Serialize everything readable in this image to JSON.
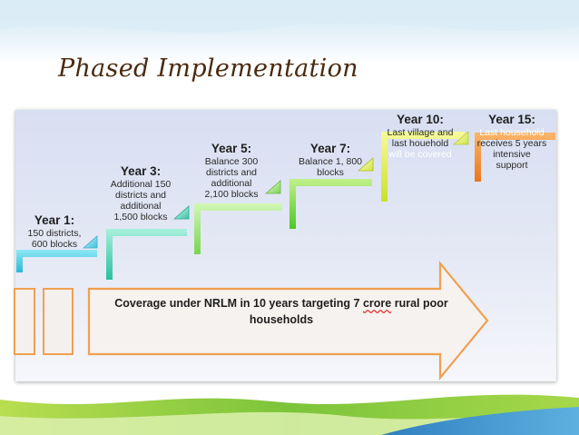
{
  "slide": {
    "title": "Phased Implementation"
  },
  "colors": {
    "title": "#4a2a10",
    "step_cyan": "#39c8e0",
    "step_teal": "#2fc9a6",
    "step_lightgreen": "#8fe46a",
    "step_green": "#62d332",
    "step_yellow": "#d9ef3c",
    "step_orange": "#f08a2a",
    "arrow_fill": "#f6f2f0",
    "arrow_stroke": "#f0a050",
    "wave_green": "#8ccf3a",
    "wave_blue": "#2d86c8"
  },
  "milestones": [
    {
      "year": "Year 1:",
      "lines": [
        "150 districts,",
        "600 blocks"
      ]
    },
    {
      "year": "Year 3:",
      "lines": [
        "Additional 150",
        "districts and",
        "additional",
        "1,500 blocks"
      ]
    },
    {
      "year": "Year 5:",
      "lines": [
        "Balance 300",
        "districts and",
        "additional",
        "2,100 blocks"
      ]
    },
    {
      "year": "Year 7:",
      "lines": [
        "Balance 1, 800",
        "blocks"
      ]
    },
    {
      "year": "Year 10:",
      "lines": [
        "Last village and",
        "last houehold",
        "will be covered"
      ]
    },
    {
      "year": "Year 15:",
      "lines": [
        "Last household",
        "receives 5 years",
        "intensive",
        "support"
      ]
    }
  ],
  "arrow": {
    "text_before": "Coverage under NRLM in 10 years targeting 7 ",
    "text_marked": "crore",
    "text_after": " rural poor",
    "line2": "households"
  }
}
